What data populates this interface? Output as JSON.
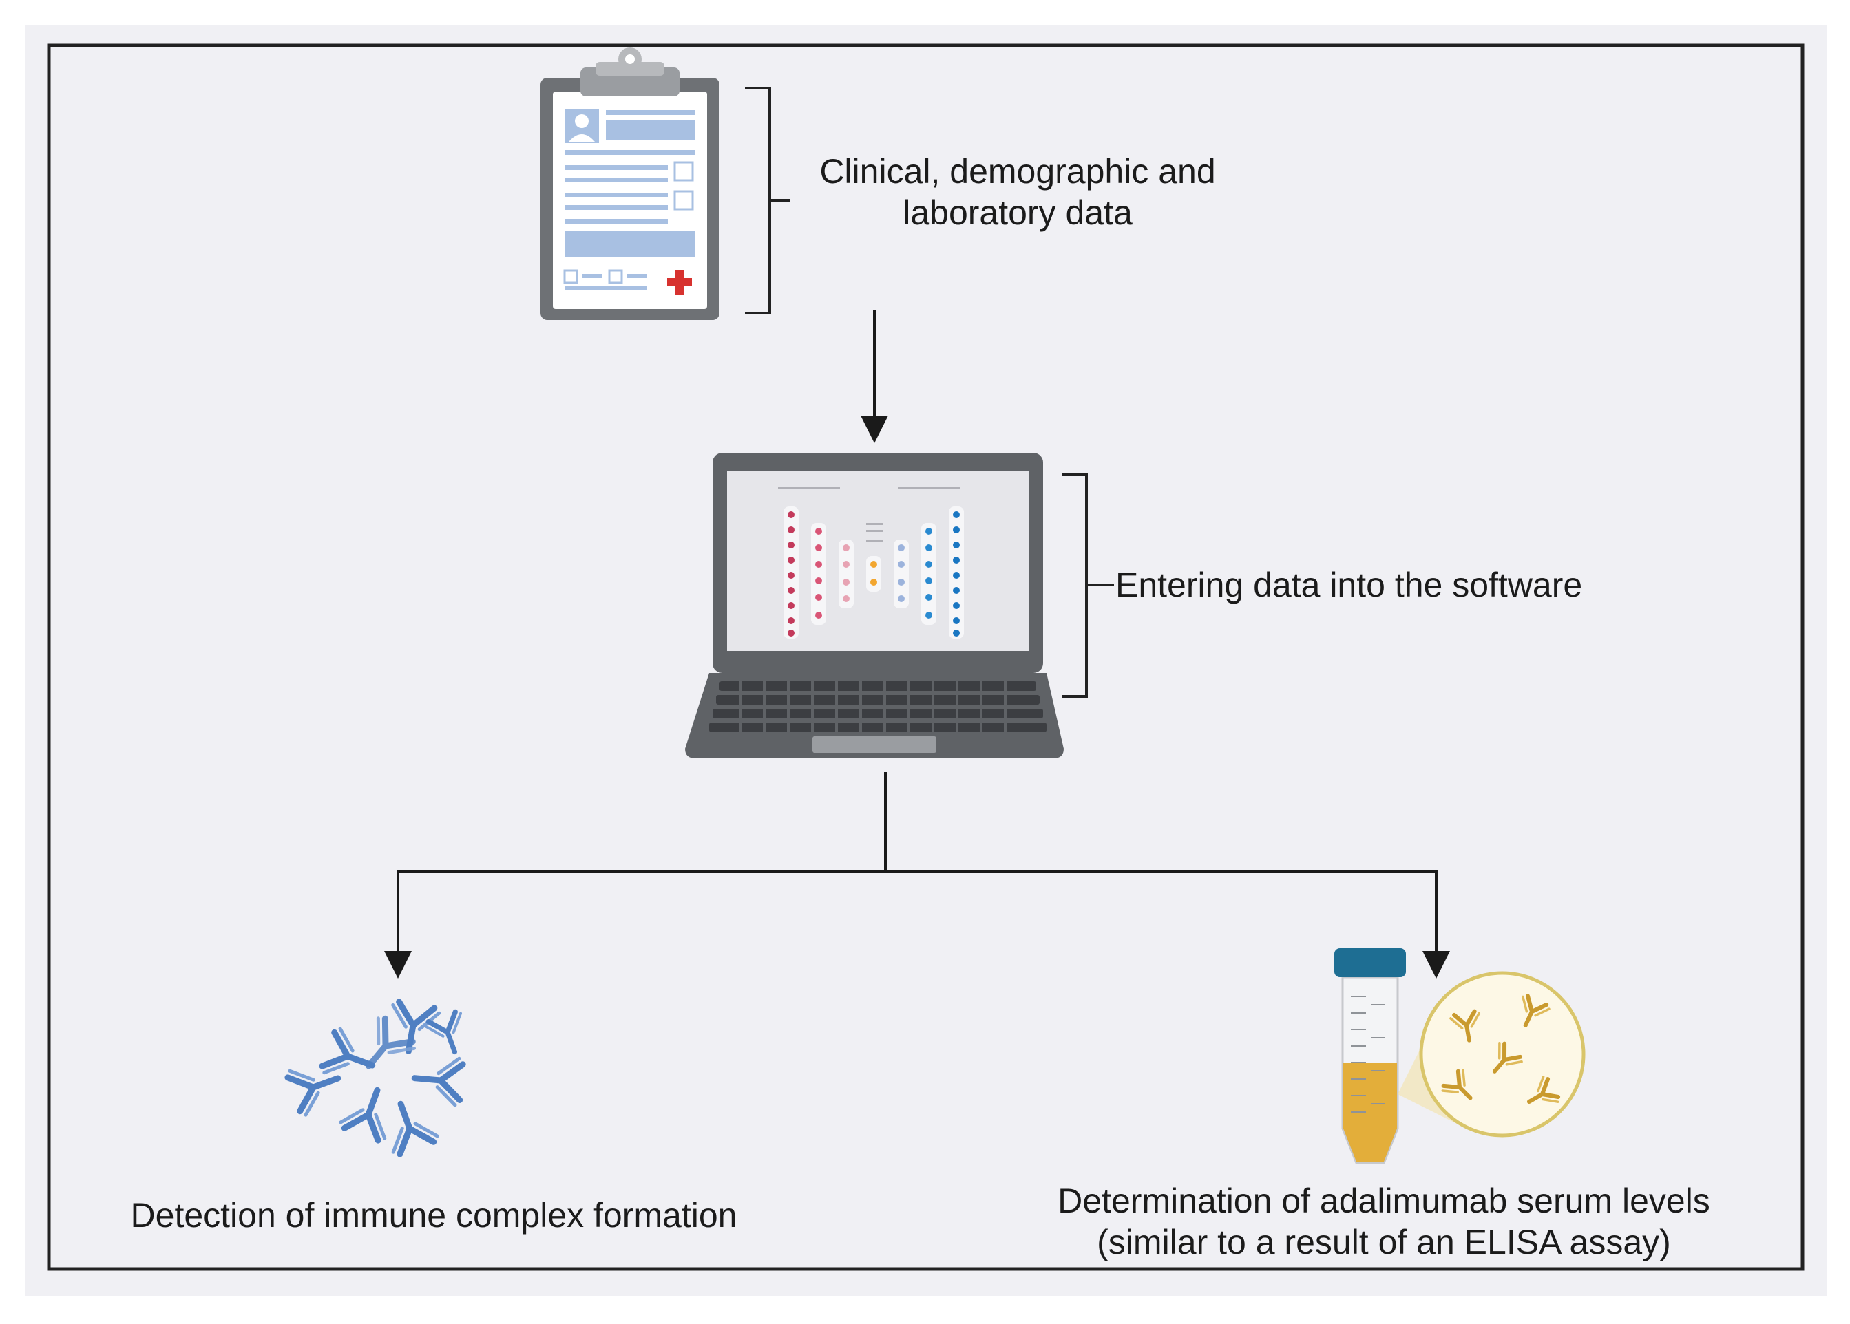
{
  "figure": {
    "clinical_data_label": {
      "line1": "Clinical, demographic and",
      "line2": "laboratory data"
    },
    "software_label": "Entering data into the software",
    "immune_complex_label": "Detection of immune complex formation",
    "serum_levels_label": {
      "line1": "Determination of adalimumab serum levels",
      "line2": "(similar to a result of an ELISA assay)"
    }
  },
  "colors": {
    "background": "#f0f0f4",
    "frame": "#222222",
    "arrow": "#1a1a1a",
    "clipboard_frame": "#6e7175",
    "clipboard_lines": "#a8c0e2",
    "medical_cross": "#d7322f",
    "laptop_body": "#5f6266",
    "laptop_screen": "#e6e6ea",
    "encoder_nodes": "#c33a5b",
    "latent_nodes": "#f2a630",
    "decoder_nodes": "#1976c2",
    "antibody": "#4f7fc2",
    "tube_cap": "#1e6e93",
    "serum": "#e3ae3a",
    "magnified_antibody": "#c99a2e"
  }
}
